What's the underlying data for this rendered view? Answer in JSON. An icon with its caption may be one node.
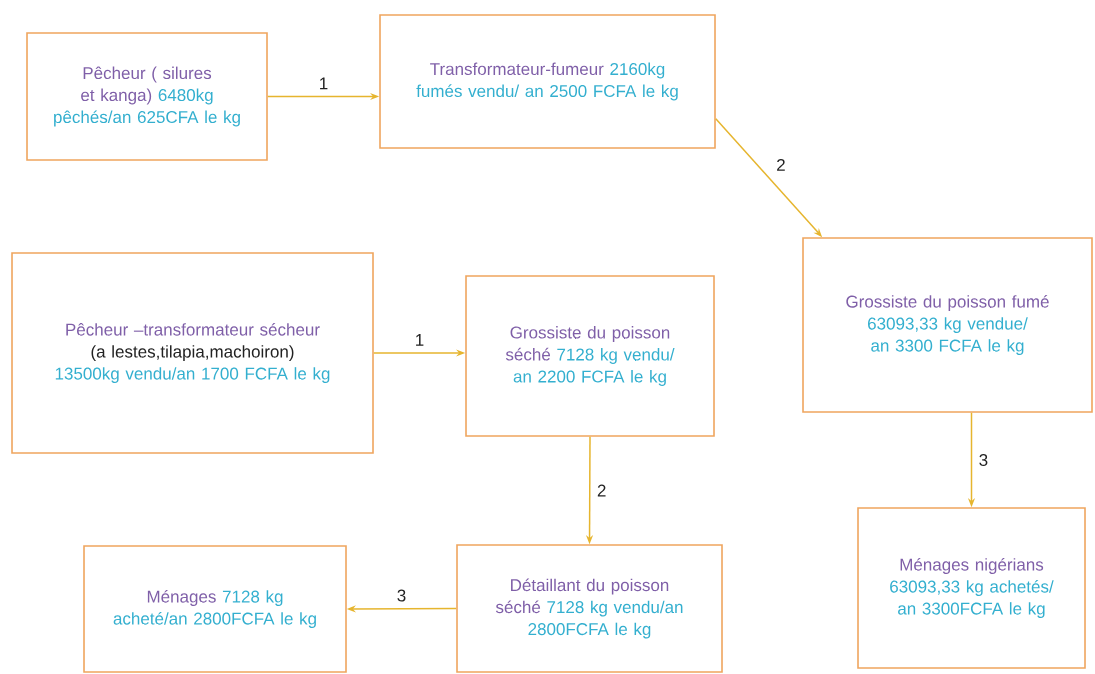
{
  "diagram": {
    "nodes": [
      {
        "text": [
          "Pêcheur ( silures et kanga)",
          "6480kg pêchés/an 625CFA le kg"
        ]
      },
      {
        "text": [
          "Transformateur-fumeur",
          "2160kg fumés vendu/ an 2500 FCFA le kg"
        ]
      },
      {
        "text": [
          "Grossiste du poisson fumé",
          "63093,33 kg vendue/ an 3300 FCFA le kg"
        ]
      },
      {
        "text": [
          "Pêcheur –transformateur sécheur",
          "(a lestes,tilapia,machoiron)",
          "13500kg vendu/an 1700 FCFA le kg"
        ]
      },
      {
        "text": [
          "Grossiste du poisson séché",
          "7128 kg vendu/ an 2200 FCFA le kg"
        ]
      },
      {
        "text": [
          "Détaillant du poisson séché",
          "7128 kg vendu/an 2800FCFA le kg"
        ]
      },
      {
        "text": [
          "Ménages",
          "7128 kg acheté/an 2800FCFA le kg"
        ]
      },
      {
        "text": [
          "Ménages nigérians",
          "63093,33 kg achetés/ an 3300FCFA le kg"
        ]
      }
    ],
    "edges": [
      {
        "from": 0,
        "to": 1,
        "arrow": "to",
        "label": "1"
      },
      {
        "from": 1,
        "to": 2,
        "arrow": "to",
        "label": "2"
      },
      {
        "from": 2,
        "to": 7,
        "arrow": "to",
        "label": "3"
      },
      {
        "from": 3,
        "to": 4,
        "arrow": "to",
        "label": "1"
      },
      {
        "from": 4,
        "to": 5,
        "arrow": "to",
        "label": "2"
      },
      {
        "from": 5,
        "to": 6,
        "arrow": "to",
        "label": "3"
      }
    ]
  }
}
